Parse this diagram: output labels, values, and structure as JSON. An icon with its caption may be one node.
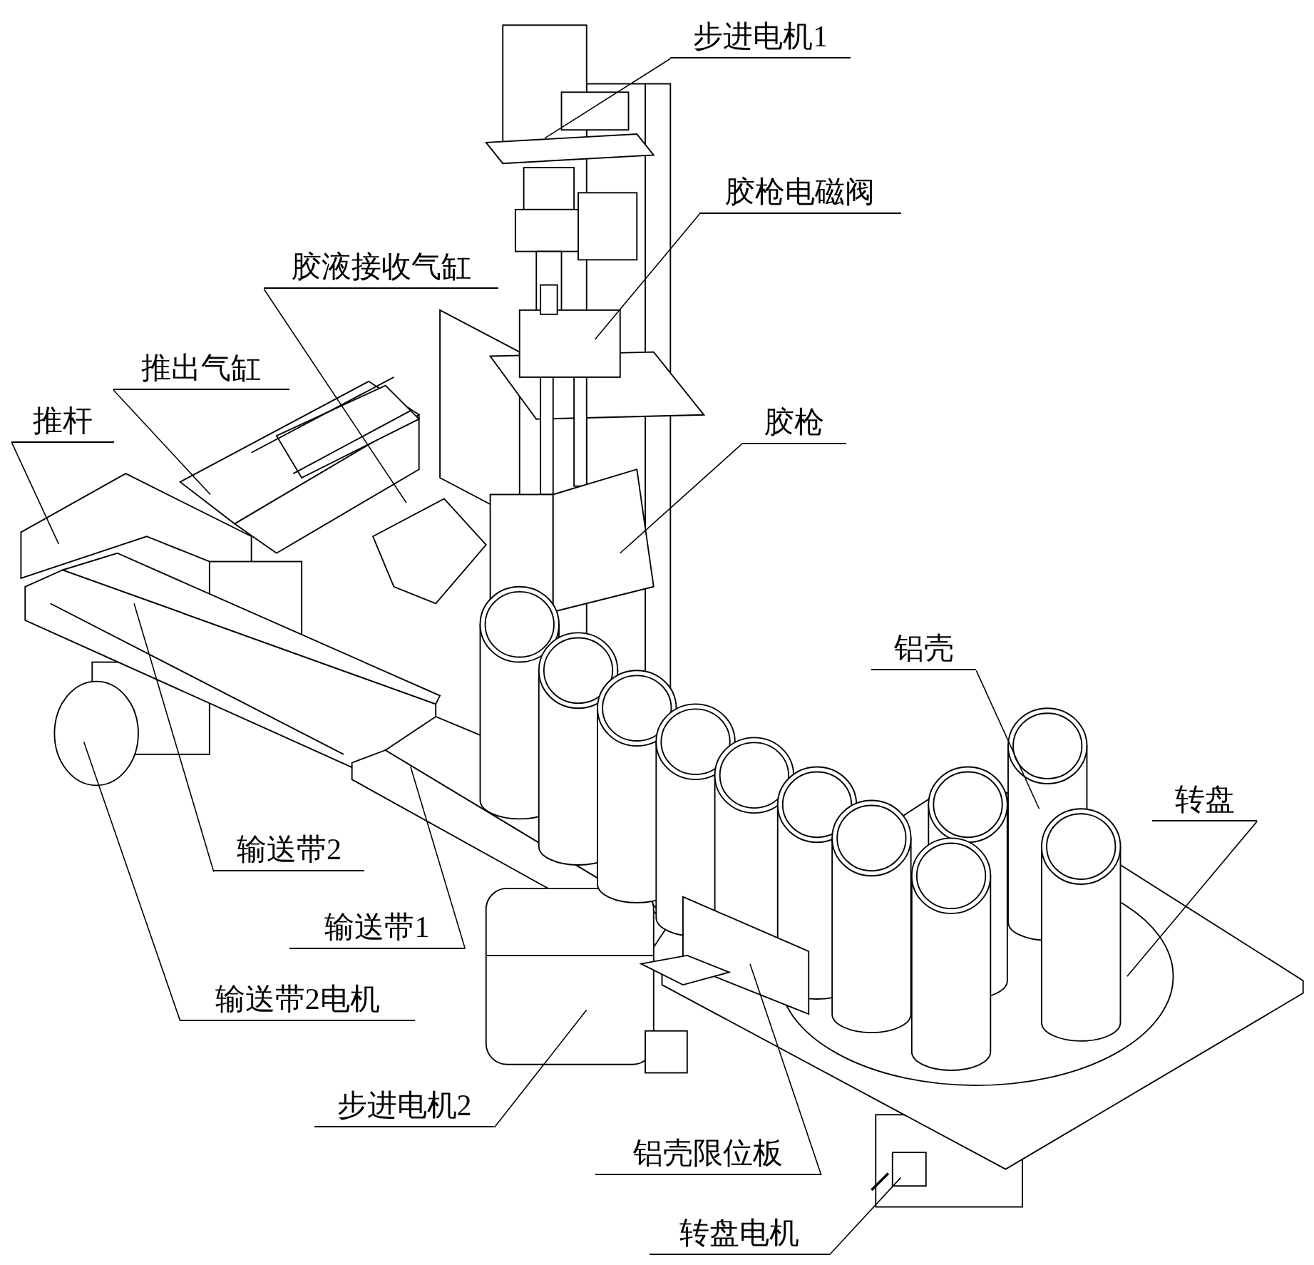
{
  "diagram": {
    "nodes": [
      {
        "text": [
          "步进电机1"
        ]
      },
      {
        "text": [
          "胶枪电磁阀"
        ]
      },
      {
        "text": [
          "胶液接收气缸"
        ]
      },
      {
        "text": [
          "推出气缸"
        ]
      },
      {
        "text": [
          "推杆"
        ]
      },
      {
        "text": [
          "胶枪"
        ]
      },
      {
        "text": [
          "铝壳"
        ]
      },
      {
        "text": [
          "转盘"
        ]
      },
      {
        "text": [
          "输送带2"
        ]
      },
      {
        "text": [
          "输送带1"
        ]
      },
      {
        "text": [
          "输送带2电机"
        ]
      },
      {
        "text": [
          "步进电机2"
        ]
      },
      {
        "text": [
          "铝壳限位板"
        ]
      },
      {
        "text": [
          "转盘电机"
        ]
      }
    ],
    "edges": [
      {
        "from": 0,
        "to": null,
        "arrow": "none"
      },
      {
        "from": 1,
        "to": null,
        "arrow": "none"
      },
      {
        "from": 2,
        "to": null,
        "arrow": "none"
      },
      {
        "from": 3,
        "to": null,
        "arrow": "none"
      },
      {
        "from": 4,
        "to": null,
        "arrow": "none"
      },
      {
        "from": 5,
        "to": null,
        "arrow": "none"
      },
      {
        "from": 6,
        "to": null,
        "arrow": "none"
      },
      {
        "from": 7,
        "to": null,
        "arrow": "none"
      },
      {
        "from": 8,
        "to": null,
        "arrow": "none"
      },
      {
        "from": 9,
        "to": null,
        "arrow": "none"
      },
      {
        "from": 10,
        "to": null,
        "arrow": "none"
      },
      {
        "from": 11,
        "to": null,
        "arrow": "none"
      },
      {
        "from": 12,
        "to": null,
        "arrow": "none"
      },
      {
        "from": 13,
        "to": null,
        "arrow": "none"
      }
    ]
  }
}
